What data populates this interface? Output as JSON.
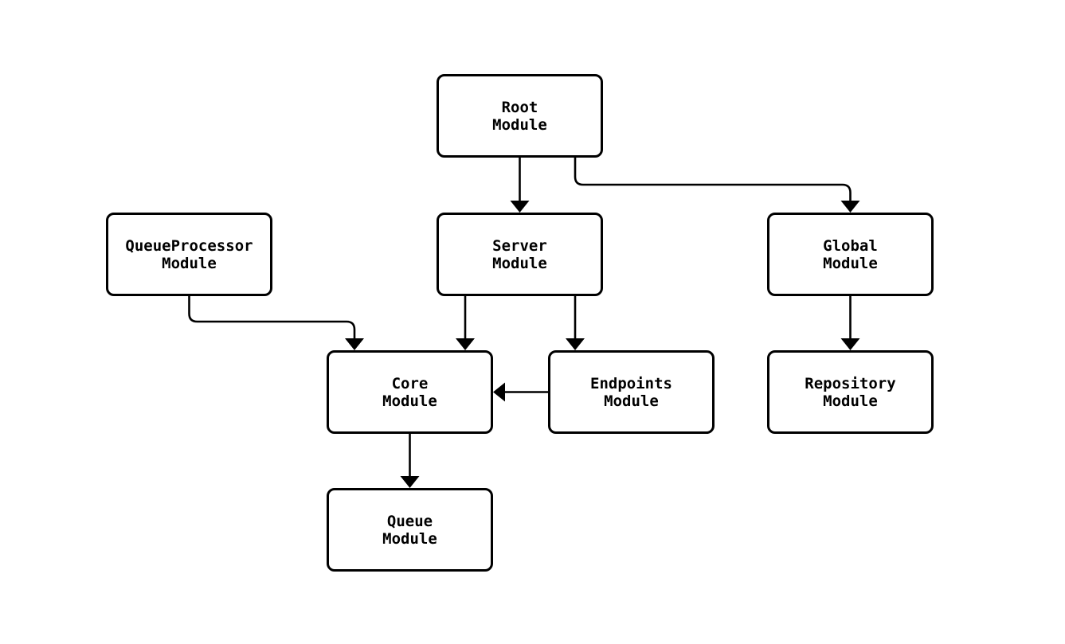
{
  "diagram": {
    "type": "module-dependency-graph",
    "colors": {
      "background": "#ffffff",
      "node_fill": "#ffffff",
      "node_border": "#000000",
      "edge_stroke": "#000000",
      "text": "#000000"
    },
    "nodes": [
      {
        "id": "root-module",
        "line1": "Root",
        "line2": "Module"
      },
      {
        "id": "queueprocessor-module",
        "line1": "QueueProcessor",
        "line2": "Module"
      },
      {
        "id": "server-module",
        "line1": "Server",
        "line2": "Module"
      },
      {
        "id": "global-module",
        "line1": "Global",
        "line2": "Module"
      },
      {
        "id": "core-module",
        "line1": "Core",
        "line2": "Module"
      },
      {
        "id": "endpoints-module",
        "line1": "Endpoints",
        "line2": "Module"
      },
      {
        "id": "repository-module",
        "line1": "Repository",
        "line2": "Module"
      },
      {
        "id": "queue-module",
        "line1": "Queue",
        "line2": "Module"
      }
    ],
    "edges": [
      {
        "from": "Root Module",
        "to": "Server Module"
      },
      {
        "from": "Root Module",
        "to": "Global Module"
      },
      {
        "from": "QueueProcessor Module",
        "to": "Core Module"
      },
      {
        "from": "Server Module",
        "to": "Core Module"
      },
      {
        "from": "Server Module",
        "to": "Endpoints Module"
      },
      {
        "from": "Global Module",
        "to": "Repository Module"
      },
      {
        "from": "Endpoints Module",
        "to": "Core Module"
      },
      {
        "from": "Core Module",
        "to": "Queue Module"
      }
    ]
  }
}
